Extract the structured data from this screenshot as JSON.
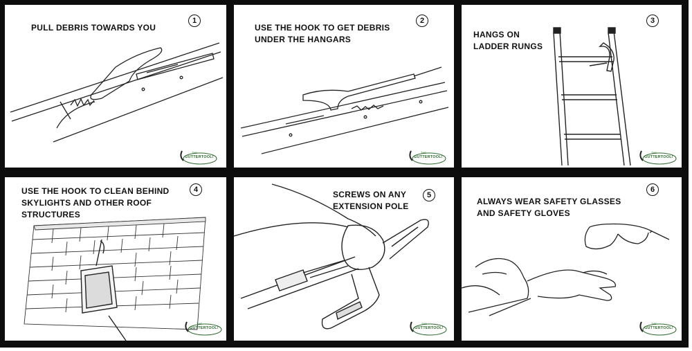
{
  "panels": [
    {
      "number": "1",
      "caption": "PULL DEBRIS TOWARDS YOU"
    },
    {
      "number": "2",
      "caption": "USE THE HOOK TO GET DEBRIS\nUNDER THE HANGARS"
    },
    {
      "number": "3",
      "caption": "HANGS ON\nLADDER RUNGS"
    },
    {
      "number": "4",
      "caption": "USE THE HOOK TO CLEAN BEHIND\nSKYLIGHTS AND OTHER ROOF\nSTRUCTURES"
    },
    {
      "number": "5",
      "caption": "SCREWS ON ANY\nEXTENSION POLE"
    },
    {
      "number": "6",
      "caption": "ALWAYS WEAR SAFETY GLASSES\nAND SAFETY GLOVES"
    }
  ],
  "logo": {
    "the": "THE",
    "brand": "GUTTERTOOL!"
  },
  "colors": {
    "border": "#0d0d0d",
    "ink": "#111111",
    "logo_green": "#2e6b2e"
  }
}
